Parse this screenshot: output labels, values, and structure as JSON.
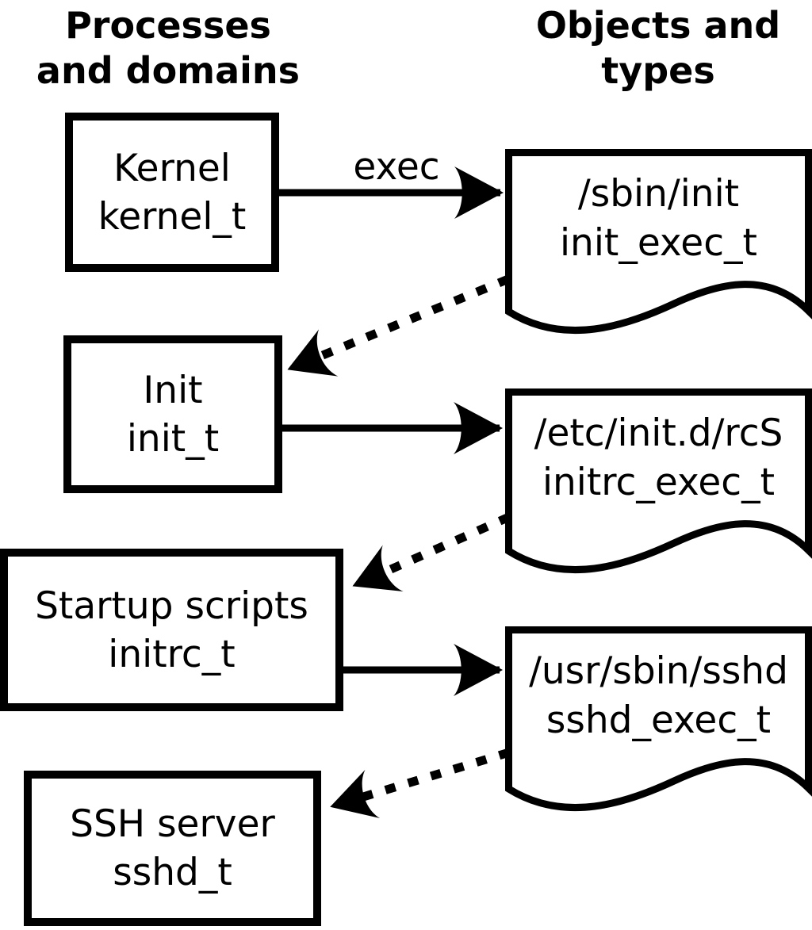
{
  "headers": {
    "left": [
      "Processes",
      "and domains"
    ],
    "right": [
      "Objects and",
      "types"
    ]
  },
  "process_nodes": [
    {
      "name": "Kernel",
      "type": "kernel_t"
    },
    {
      "name": "Init",
      "type": "init_t"
    },
    {
      "name": "Startup scripts",
      "type": "initrc_t"
    },
    {
      "name": "SSH server",
      "type": "sshd_t"
    }
  ],
  "object_nodes": [
    {
      "path": "/sbin/init",
      "type": "init_exec_t"
    },
    {
      "path": "/etc/init.d/rcS",
      "type": "initrc_exec_t"
    },
    {
      "path": "/usr/sbin/sshd",
      "type": "sshd_exec_t"
    }
  ],
  "edges": [
    {
      "from": "Kernel",
      "to": "/sbin/init",
      "style": "solid",
      "label": "exec"
    },
    {
      "from": "/sbin/init",
      "to": "Init",
      "style": "dotted",
      "label": ""
    },
    {
      "from": "Init",
      "to": "/etc/init.d/rcS",
      "style": "solid",
      "label": ""
    },
    {
      "from": "/etc/init.d/rcS",
      "to": "Startup scripts",
      "style": "dotted",
      "label": ""
    },
    {
      "from": "Startup scripts",
      "to": "/usr/sbin/sshd",
      "style": "solid",
      "label": ""
    },
    {
      "from": "/usr/sbin/sshd",
      "to": "SSH server",
      "style": "dotted",
      "label": ""
    }
  ],
  "colors": {
    "ink": "#000000",
    "background": "#ffffff"
  }
}
